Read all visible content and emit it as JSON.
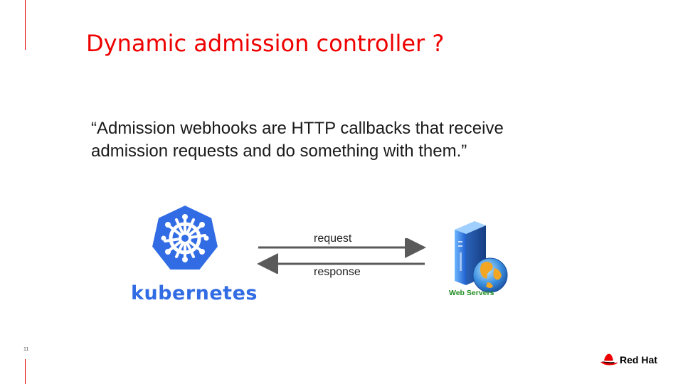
{
  "slide": {
    "title": "Dynamic admission controller ?",
    "quote": "“Admission webhooks are HTTP callbacks that receive admission requests and do something with them.”",
    "number": "11"
  },
  "diagram": {
    "left_logo_text": "kubernetes",
    "request_label": "request",
    "response_label": "response",
    "server_label": "Web Servers"
  },
  "footer": {
    "brand_text": "Red Hat"
  },
  "colors": {
    "accent": "#ee0000",
    "kubernetes_blue": "#326ce5",
    "arrow_gray": "#5a5a5a"
  },
  "icons": [
    "kubernetes-helm-wheel-icon",
    "web-server-globe-icon",
    "redhat-fedora-icon"
  ]
}
